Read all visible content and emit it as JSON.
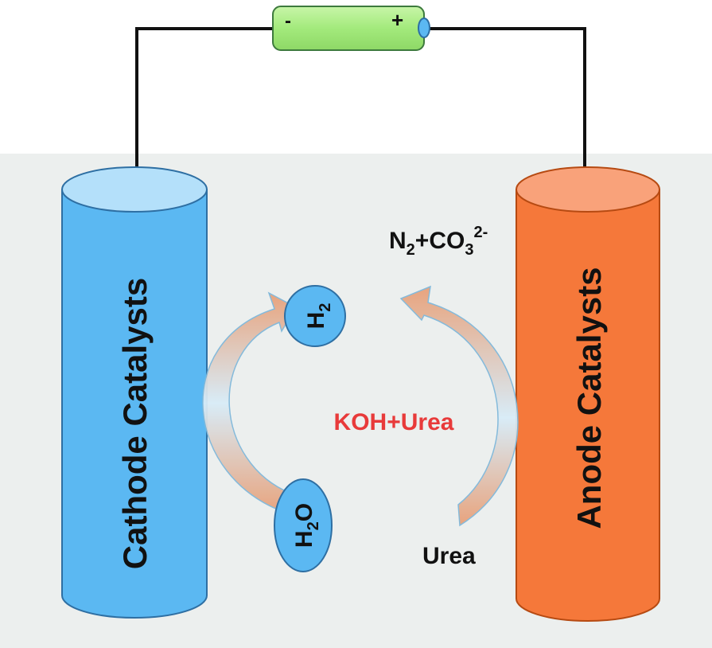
{
  "battery": {
    "negative_sign": "-",
    "positive_sign": "+"
  },
  "electrodes": {
    "cathode_label": "Cathode Catalysts",
    "anode_label": "Anode Catalysts"
  },
  "species": {
    "h2": {
      "base": "H",
      "subscript": "2"
    },
    "h2o": {
      "base": "H",
      "subscript": "2",
      "suffix": "O"
    },
    "products": {
      "n": "N",
      "n_sub": "2",
      "plus_co": "+CO",
      "co_sub": "3",
      "charge": "2-"
    },
    "urea": "Urea"
  },
  "electrolyte": {
    "label": "KOH+Urea"
  },
  "colors": {
    "battery_body": "#a3ea7c",
    "cathode": "#5bb8f2",
    "anode": "#f5783a",
    "electrolyte_text": "#e83a3a",
    "tank": "#ecefee"
  }
}
